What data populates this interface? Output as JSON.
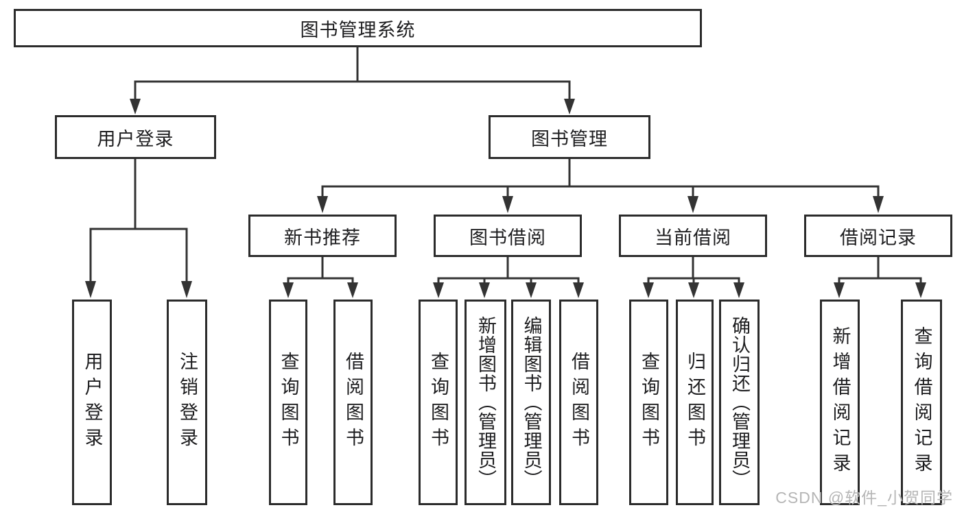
{
  "tree": {
    "label": "图书管理系统",
    "children": [
      {
        "label": "用户登录",
        "children": [
          {
            "label": "用户登录"
          },
          {
            "label": "注销登录"
          }
        ]
      },
      {
        "label": "图书管理",
        "children": [
          {
            "label": "新书推荐",
            "children": [
              {
                "label": "查询图书"
              },
              {
                "label": "借阅图书"
              }
            ]
          },
          {
            "label": "图书借阅",
            "children": [
              {
                "label": "查询图书"
              },
              {
                "label": "新增图书（管理员）"
              },
              {
                "label": "编辑图书（管理员）"
              },
              {
                "label": "借阅图书"
              }
            ]
          },
          {
            "label": "当前借阅",
            "children": [
              {
                "label": "查询图书"
              },
              {
                "label": "归还图书"
              },
              {
                "label": "确认归还（管理员）"
              }
            ]
          },
          {
            "label": "借阅记录",
            "children": [
              {
                "label": "新增借阅记录"
              },
              {
                "label": "查询借阅记录"
              }
            ]
          }
        ]
      }
    ]
  },
  "watermark": "CSDN @软件_小贺同学",
  "colors": {
    "line": "#333333",
    "box_border": "#2b2b2b",
    "text": "#1d1d1f",
    "watermark": "#b5b5b5",
    "background": "#ffffff"
  }
}
